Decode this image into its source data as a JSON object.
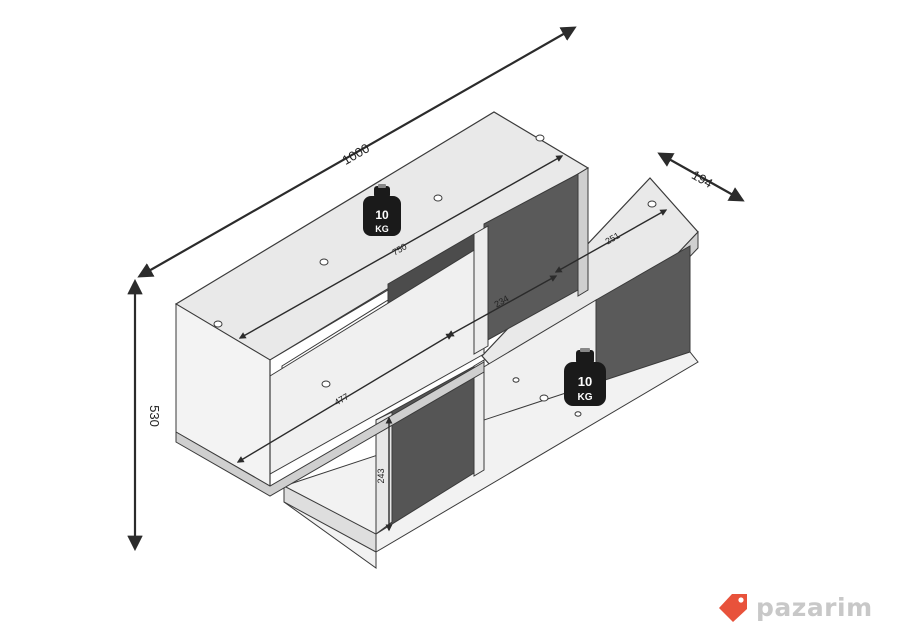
{
  "dimensions": {
    "width_total": "1000",
    "height_total": "530",
    "depth": "194",
    "inner_top_length": "750",
    "inner_front_length": "477",
    "inner_mid_gap": "234",
    "inner_back_gap": "251",
    "inner_height": "243"
  },
  "weights": {
    "top_weight_value": "10",
    "top_weight_unit": "KG",
    "lower_weight_value": "10",
    "lower_weight_unit": "KG"
  },
  "watermark": {
    "brand": "pazarim"
  },
  "colors": {
    "panel_top": "#e9e9e9",
    "panel_front": "#f2f2f2",
    "panel_edge": "#c9c9c9",
    "interior": "#5a5a5a",
    "interior_dark": "#474747",
    "stroke": "#3a3a3a",
    "arrow": "#2b2b2b",
    "weight": "#1a1a1a",
    "brand_red": "#e8523b",
    "brand_gray": "#c8c8c8"
  }
}
